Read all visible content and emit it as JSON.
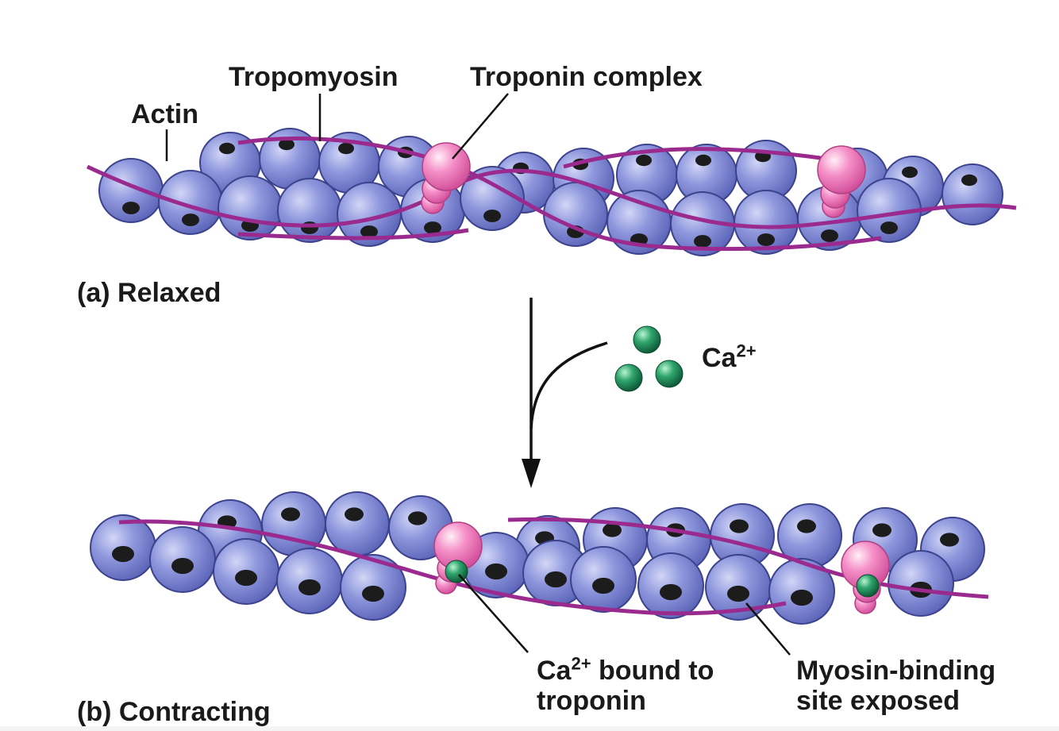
{
  "labels": {
    "actin": "Actin",
    "tropomyosin": "Tropomyosin",
    "troponin_complex": "Troponin complex",
    "ca_ion": "Ca",
    "ca_charge": "2+",
    "ca_bound_line1_pre": "Ca",
    "ca_bound_charge": "2+",
    "ca_bound_line1_post": " bound to",
    "ca_bound_line2": "troponin",
    "myosin_site_line1": "Myosin-binding",
    "myosin_site_line2": "site exposed"
  },
  "panels": {
    "a": {
      "letter": "(a)",
      "name": "Relaxed"
    },
    "b": {
      "letter": "(b)",
      "name": "Contracting"
    }
  },
  "colors": {
    "actin_fill": "#8c95dc",
    "actin_highlight": "#c9cdf4",
    "actin_outline": "#3c428c",
    "binding_site": "#1c1c1c",
    "tropomyosin": "#9a2a8e",
    "troponin_fill": "#f48ac4",
    "troponin_highlight": "#ffe0f0",
    "calcium": "#1f8a5a",
    "calcium_highlight": "#a8f0c8",
    "arrow": "#111111"
  }
}
